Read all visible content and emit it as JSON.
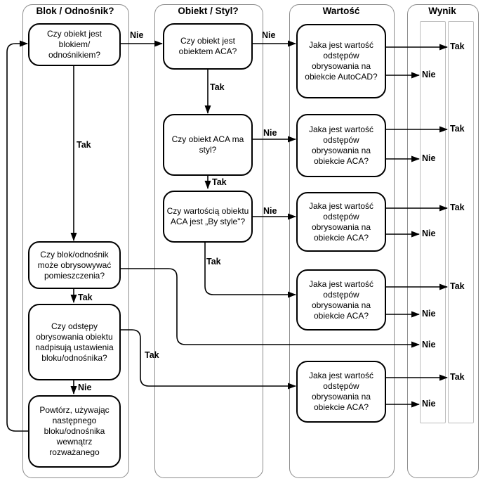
{
  "columns": {
    "block_ref": {
      "header": "Blok / Odnośnik?"
    },
    "object_style": {
      "header": "Obiekt / Styl?"
    },
    "value": {
      "header": "Wartość"
    },
    "result": {
      "header": "Wynik"
    }
  },
  "labels": {
    "yes": "Tak",
    "no": "Nie"
  },
  "nodes": {
    "is_block": "Czy obiekt jest\nblokiem/\nodnośnikiem?",
    "can_bound": "Czy blok/odnośnik\nmoże obrysowywać\npomieszczenia?",
    "overrides": "Czy odstępy\nobrysowania obiektu\nnadpisują ustawienia\nbloku/odnośnika?",
    "repeat_next": "Powtórz, używając\nnastępnego\nbloku/odnośnika\nwewnątrz\nrozważanego",
    "is_aca": "Czy obiekt jest\nobiektem ACA?",
    "has_style": "Czy obiekt ACA ma\nstyl?",
    "by_style": "Czy wartością obiektu\nACA jest „By style\"?",
    "value_autocad": "Jaka jest wartość\nodstępów\nobrysowania na\nobiekcie AutoCAD?",
    "value_aca": "Jaka jest wartość\nodstępów\nobrysowania na\nobiekcie ACA?"
  },
  "line_color": "#000000",
  "column_border_color": "#8c8c8c",
  "result_lane_border_color": "#bdbdbd"
}
